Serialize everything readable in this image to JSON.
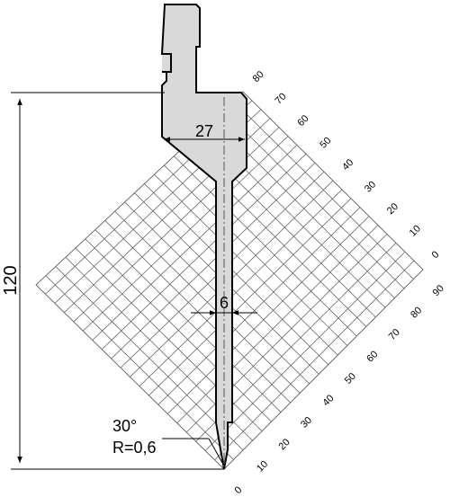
{
  "dimensions": {
    "height": "120",
    "width_top": "27",
    "width_blade": "6",
    "angle": "30°",
    "radius": "R=0,6"
  },
  "scale_right_upper": [
    "80",
    "70",
    "60",
    "50",
    "40",
    "30",
    "20",
    "10",
    "0"
  ],
  "scale_right_lower": [
    "90",
    "80",
    "70",
    "60",
    "50",
    "40",
    "30",
    "20",
    "10",
    "0"
  ],
  "colors": {
    "tool_fill": "#d9d9d9",
    "grid_line": "#555555",
    "outline": "#000000"
  }
}
